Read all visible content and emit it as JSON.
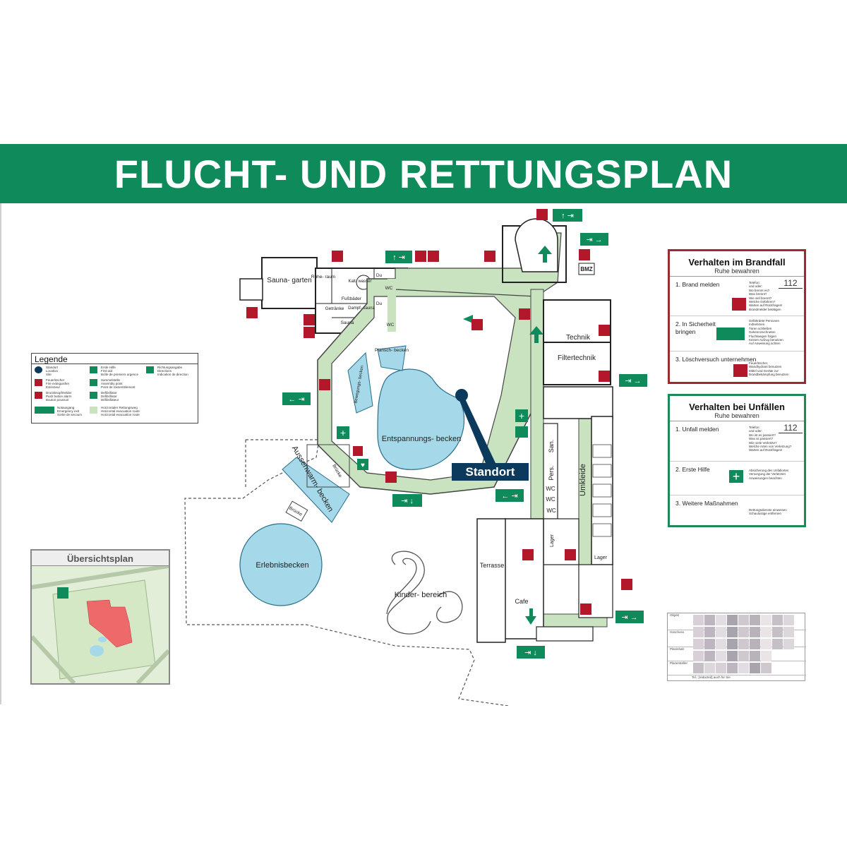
{
  "title": "FLUCHT- UND RETTUNGSPLAN",
  "colors": {
    "banner": "#0f8a5a",
    "escape_route": "#c9e3c0",
    "pool": "#a5d9ea",
    "fire_red": "#b3182a",
    "rescue_green": "#0f8a5a",
    "location_blue": "#0c3a5d",
    "brand_border": "#9c2a33",
    "unfall_border": "#1d8a55"
  },
  "map": {
    "rooms": {
      "saunagarten": "Sauna-\ngarten",
      "ruheraum": "Ruhe-\nraum",
      "kaltbad": "Kalt-\nwasser",
      "fussbaeder": "Fußbäder",
      "getraenke": "Getränke",
      "dampfbad": "Dampf-\nsauna",
      "sauna": "Sauna",
      "wc1": "WC",
      "wc2": "WC",
      "du1": "Du",
      "du2": "Du",
      "technik": "Technik",
      "filtertechnik": "Filtertechnik",
      "planschbecken": "Plansch-\nbecken",
      "bewegungsbecken": "Bewegungs-\nbecken",
      "entspannungsbecken": "Entspannungs-\nbecken",
      "aussenwarmbecken": "Aussenwarm-\nbecken",
      "bruecke1": "Brücke",
      "bruecke2": "Brücke",
      "erlebnisbecken": "Erlebnisbecken",
      "kinderbereich": "Kinder-\nbereich",
      "terrasse": "Terrasse",
      "cafe": "Cafe",
      "umkleide": "Umkleide",
      "san": "San.",
      "pers": "Pers.",
      "wc3": "WC",
      "wc4": "WC",
      "wc5": "WC",
      "lager1": "Lager",
      "lager2": "Lager",
      "bmz": "BMZ"
    },
    "standort_label": "Standort"
  },
  "legend": {
    "title": "Legende",
    "items": [
      {
        "label": "Standort\nLocation\nSite",
        "icon": "location-dot-icon"
      },
      {
        "label": "Feuerlöscher\nFire extinguisher\nExtincteur",
        "icon": "fire-extinguisher-icon"
      },
      {
        "label": "Druckknopfmelder\nPush button alarm\nBouton poussoir",
        "icon": "fire-alarm-button-icon"
      },
      {
        "label": "Notausgang\nEmergency exit\nSortie de secours",
        "icon": "emergency-exit-icon"
      },
      {
        "label": "Erste Hilfe\nFirst aid\nBoîte de premiers urgence",
        "icon": "first-aid-icon"
      },
      {
        "label": "Sammelstelle\nAssembly point\nPoint de rassemblement",
        "icon": "assembly-point-icon"
      },
      {
        "label": "Defibrillator\nDefibrillator\nDéfibrillateur",
        "icon": "defibrillator-icon"
      },
      {
        "label": "Horizontaler Rettungsweg\nHorizontal evacuation route\nHorizontal evacuation route",
        "icon": "escape-route-swatch"
      },
      {
        "label": "Richtungsangabe\nDirections\nIndication de direction",
        "icon": "direction-arrow-icon"
      }
    ]
  },
  "brandfall": {
    "title": "Verhalten im Brandfall",
    "subtitle": "Ruhe bewahren",
    "steps": [
      {
        "label": "1. Brand melden",
        "detail": "Telefon:\nund oder:\nWo brennt es?\nWas brennt?\nWie viel brennt?\nWelche Gefahren?\nWarten auf Rückfragen!\nBrandmelder betätigen",
        "phone": "112"
      },
      {
        "label": "2. In Sicherheit\n    bringen",
        "detail": "Gefährdete Personen\nmitnehmen\nTüren schließen\nGekennzeichneten\nFluchtwegen folgen\nKeinen Aufzug benutzen\nAuf Anweisung achten"
      },
      {
        "label": "3. Löschversuch unternehmen",
        "detail": "Feuerlöscher,\nWandhydrant benutzen\nMittel und Geräte zur\nBrandbekämpfung benutzen"
      }
    ]
  },
  "unfall": {
    "title": "Verhalten bei Unfällen",
    "subtitle": "Ruhe bewahren",
    "steps": [
      {
        "label": "1. Unfall melden",
        "detail": "Telefon:\nund oder:\nWo ist es passiert?\nWas ist passiert?\nWie viele Verletzte?\nWelche Arten von Verletzung?\nWarten auf Rückfragen!",
        "phone": "112"
      },
      {
        "label": "2. Erste Hilfe",
        "detail": "Absicherung des Unfallortes\nVersorgung der Verletzten\nAnweisungen beachten"
      },
      {
        "label": "3. Weitere Maßnahmen",
        "detail": "Rettungsdienste einweisen\nSchaulustige entfernen"
      }
    ]
  },
  "overview": {
    "title": "Übersichtsplan"
  },
  "info_table": {
    "rows": [
      "Objekt",
      "Geschoss",
      "Planinhalt",
      "Planersteller"
    ],
    "footer": "Tel.: [redacted] auch für Sie"
  }
}
